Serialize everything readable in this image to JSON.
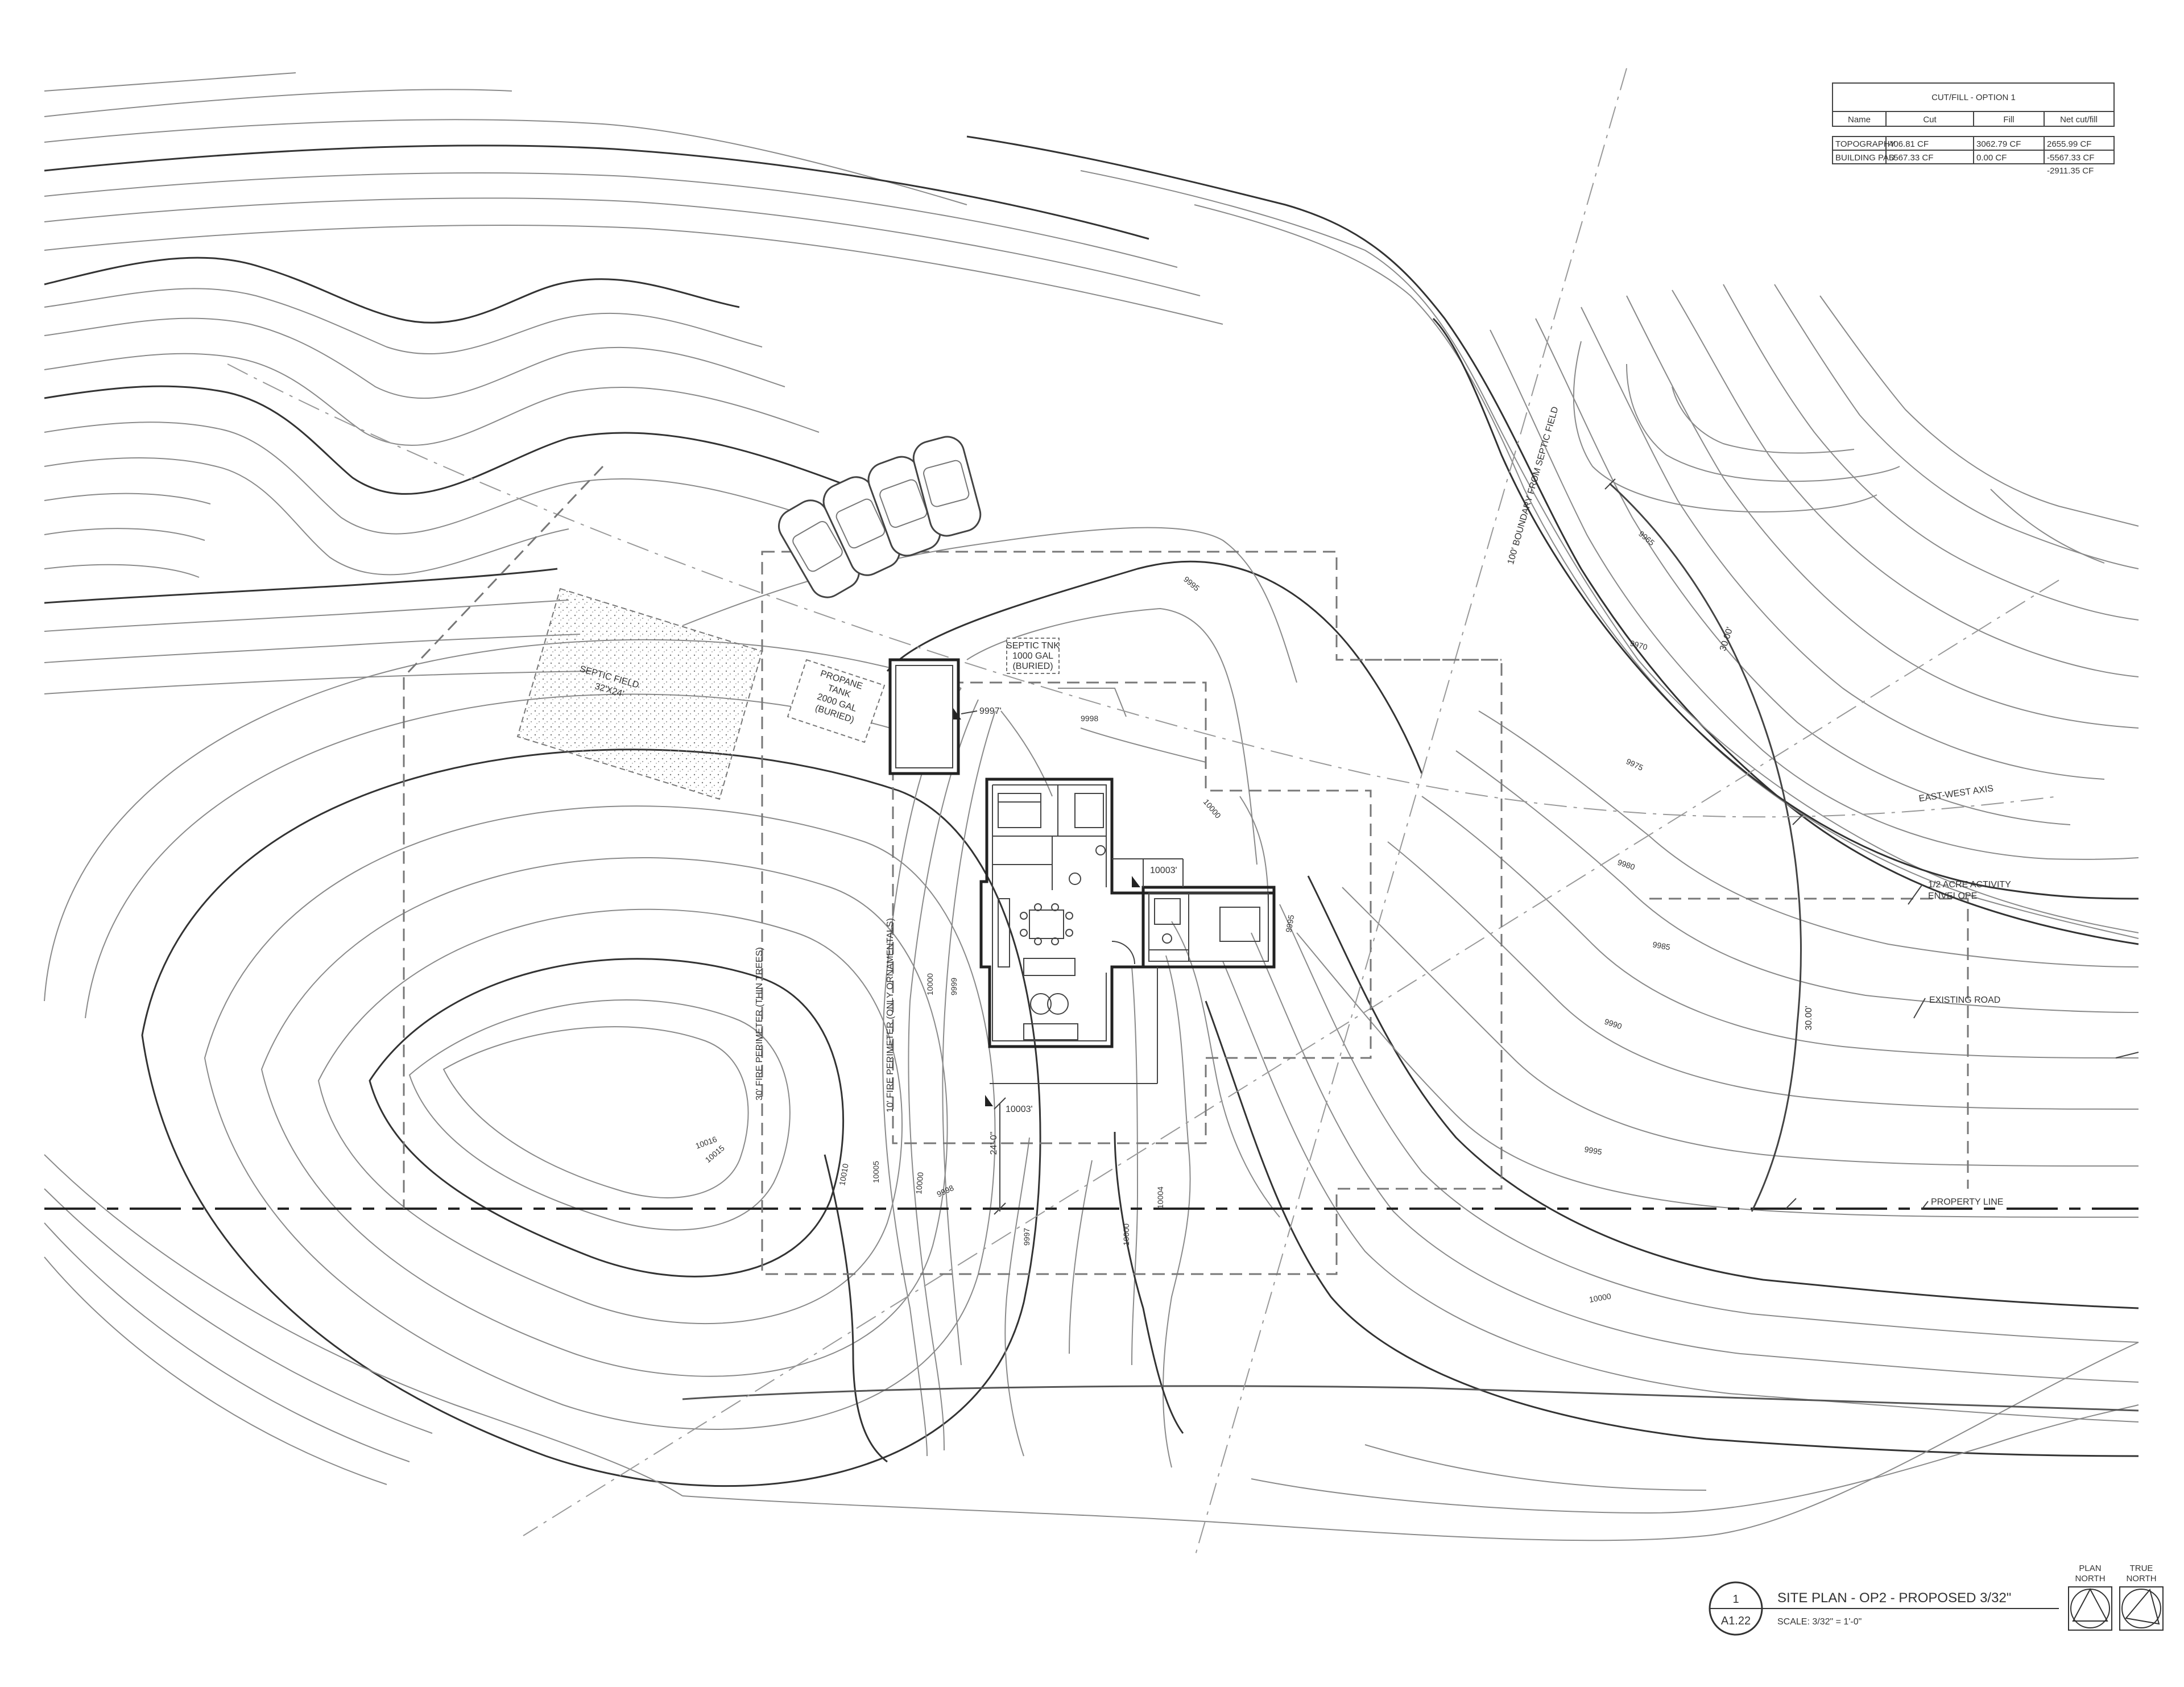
{
  "cutfill_table": {
    "title": "CUT/FILL - OPTION 1",
    "headers": [
      "Name",
      "Cut",
      "Fill",
      "Net cut/fill"
    ],
    "rows": [
      {
        "name": "TOPOGRAPHY",
        "cut": "406.81 CF",
        "fill": "3062.79 CF",
        "net": "2655.99 CF"
      },
      {
        "name": "BUILDING PAD",
        "cut": "5567.33 CF",
        "fill": "0.00 CF",
        "net": "-5567.33 CF"
      }
    ],
    "total": "-2911.35 CF"
  },
  "labels": {
    "septic_field": [
      "SEPTIC FIELD",
      "32'X24'"
    ],
    "propane": [
      "PROPANE",
      "TANK",
      "2000 GAL",
      "(BURIED)"
    ],
    "septic_tank": [
      "SEPTIC TNK",
      "1000 GAL",
      "(BURIED)"
    ],
    "fire30": "30' FIRE PERIMETER (THIN TREES)",
    "fire10": "10' FIRE PERIMETER (ONLY ORNAMENTALS)",
    "boundary100": "100' BOUNDARY FROM SEPTIC FIELD",
    "east_west_axis": "EAST-WEST AXIS",
    "activity_envelope": [
      "1/2 ACRE ACTIVITY",
      "ENVELOPE"
    ],
    "existing_road": "EXISTING ROAD",
    "property_line": "PROPERTY LINE",
    "dim_30a": "30.00'",
    "dim_30b": "30.00'",
    "dim_24": "24'-0\""
  },
  "spot_elevations": {
    "tank": "9997'",
    "house_ne": "10003'",
    "house_sw": "10003'"
  },
  "contour_labels": {
    "c9965": "9965",
    "c9970": "9970",
    "c9975": "9975",
    "c9980": "9980",
    "c9985": "9985",
    "c9990": "9990",
    "c9995a": "9995",
    "c9995b": "9995",
    "c9995c": "9995",
    "c9998a": "9998",
    "c9998b": "9998",
    "c9999": "9999",
    "c9997": "9997",
    "c10000a": "10000",
    "c10000b": "10000",
    "c10000c": "10000",
    "c10000d": "10000",
    "c10000e": "10000",
    "c10004": "10004",
    "c10005": "10005",
    "c10010": "10010",
    "c10015": "10015",
    "c10016": "10016"
  },
  "title_block": {
    "detail_number": "1",
    "sheet": "A1.22",
    "title": "SITE PLAN - OP2 - PROPOSED 3/32\"",
    "scale": "SCALE:  3/32\" = 1'-0\"",
    "plan_north": [
      "PLAN",
      "NORTH"
    ],
    "true_north": [
      "TRUE",
      "NORTH"
    ]
  }
}
